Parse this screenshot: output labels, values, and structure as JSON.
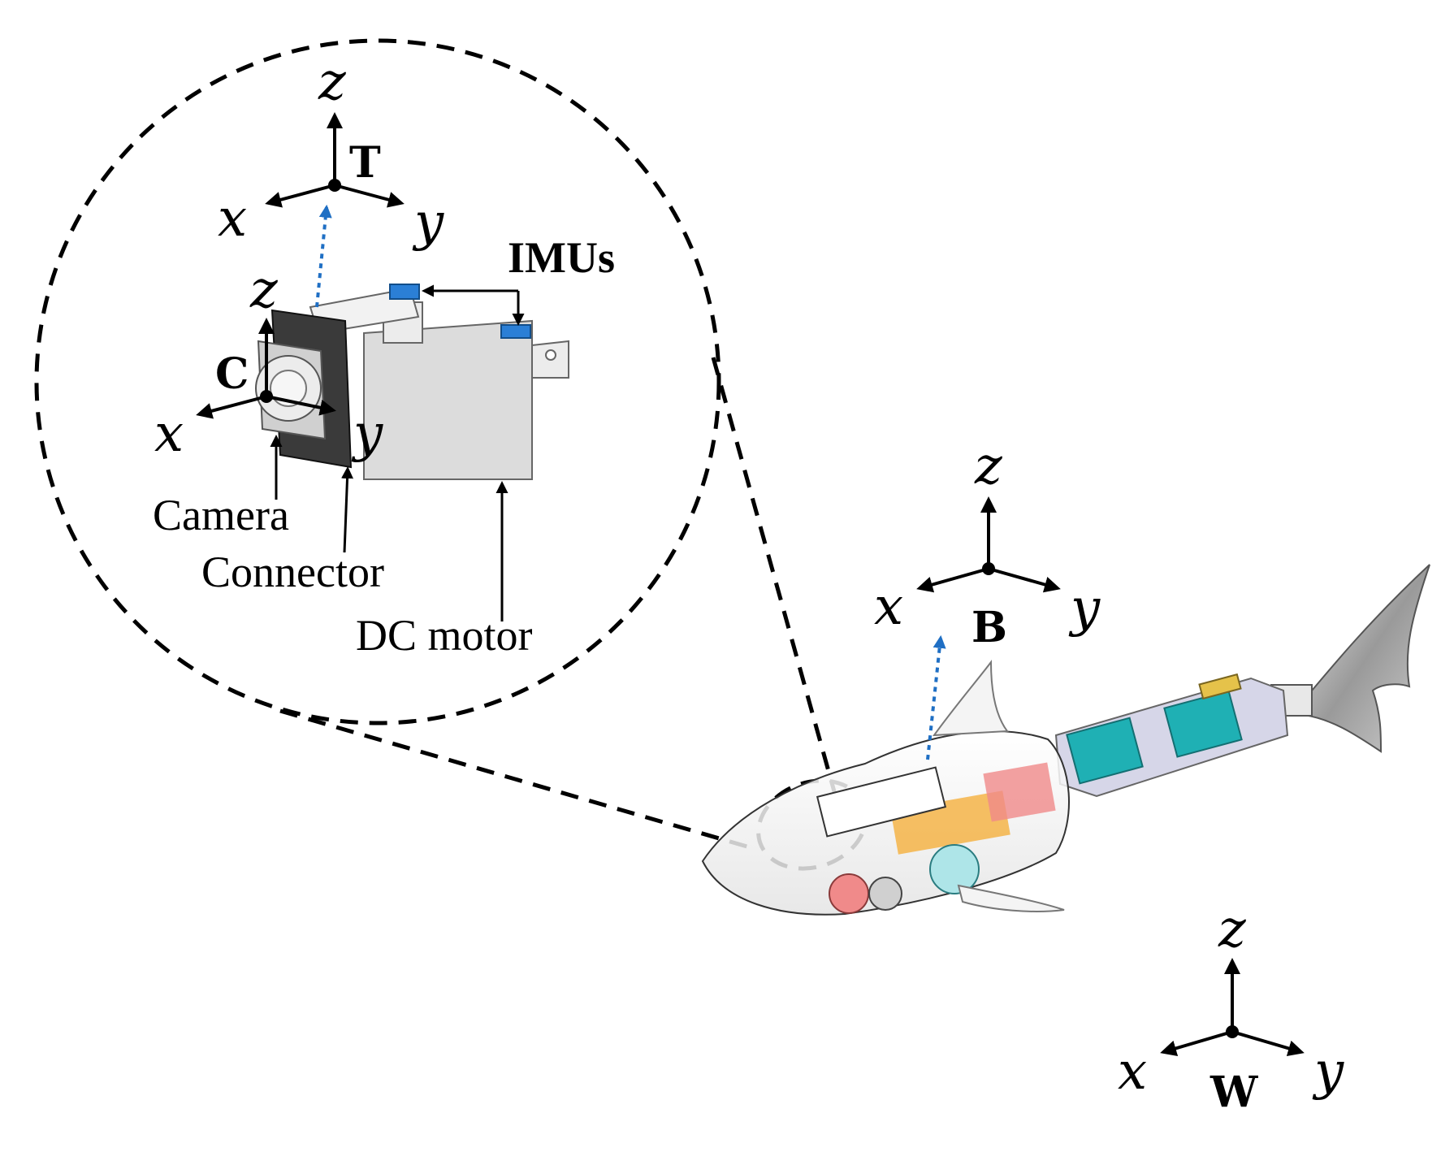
{
  "frames": {
    "T": {
      "name": "T",
      "x_label": "x",
      "y_label": "y",
      "z_label": "z"
    },
    "C": {
      "name": "C",
      "x_label": "x",
      "y_label": "y",
      "z_label": "z"
    },
    "B": {
      "name": "B",
      "x_label": "x",
      "y_label": "y",
      "z_label": "z"
    },
    "W": {
      "name": "W",
      "x_label": "x",
      "y_label": "y",
      "z_label": "z"
    }
  },
  "callouts": {
    "imus": "IMUs",
    "camera": "Camera",
    "connector": "Connector",
    "dc_motor": "DC motor"
  },
  "colors": {
    "accent_blue": "#1f6fc4",
    "imu_blue": "#2b7fd6",
    "servo_teal": "#1fb0b4",
    "pcb_pink": "#f08a8a",
    "battery_orange": "#f5a623"
  }
}
